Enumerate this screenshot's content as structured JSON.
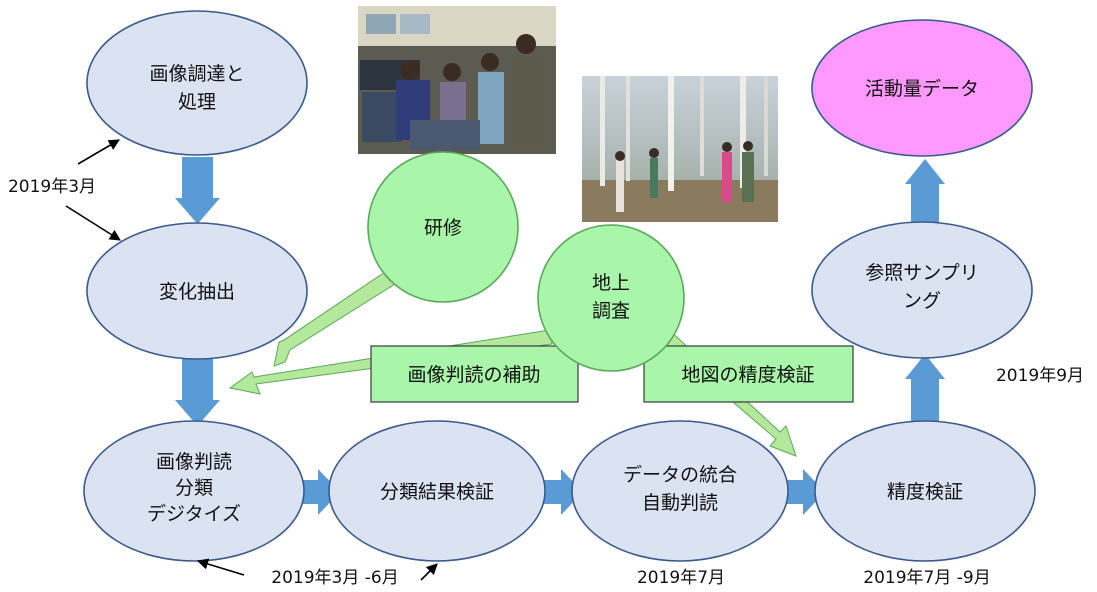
{
  "colors": {
    "process_fill": "#dbe2f2",
    "outline": "#3a5a8c",
    "training_fill": "#a9f5a9",
    "training_outline": "#5aa85a",
    "output_fill": "#ff99ff",
    "flow_arrow": "#5b9bd5",
    "support_arrow": "#b4e89a",
    "label_box_fill": "#a9f5a9"
  },
  "nodes": {
    "image_acquisition": [
      "画像調達と",
      "処理"
    ],
    "change_extraction": [
      "変化抽出"
    ],
    "image_interpretation": [
      "画像判読",
      "分類",
      "デジタイズ"
    ],
    "classification_check": [
      "分類結果検証"
    ],
    "data_integration": [
      "データの統合",
      "自動判読"
    ],
    "accuracy_verification": [
      "精度検証"
    ],
    "reference_sampling": [
      "参照サンプリ",
      "ング"
    ],
    "activity_data": [
      "活動量データ"
    ],
    "training": [
      "研修"
    ],
    "ground_survey": [
      "地上",
      "調査"
    ]
  },
  "support_labels": {
    "interpretation_aid": "画像判読の補助",
    "map_accuracy": "地図の精度検証"
  },
  "dates": {
    "march_2019": "2019年3月",
    "march_june_2019": "2019年3月 -6月",
    "july_2019": "2019年7月",
    "july_sept_2019": "2019年7月 -9月",
    "sept_2019": "2019年9月"
  },
  "photos": {
    "office_training": "training-room-photo",
    "field_survey": "forest-survey-photo"
  }
}
